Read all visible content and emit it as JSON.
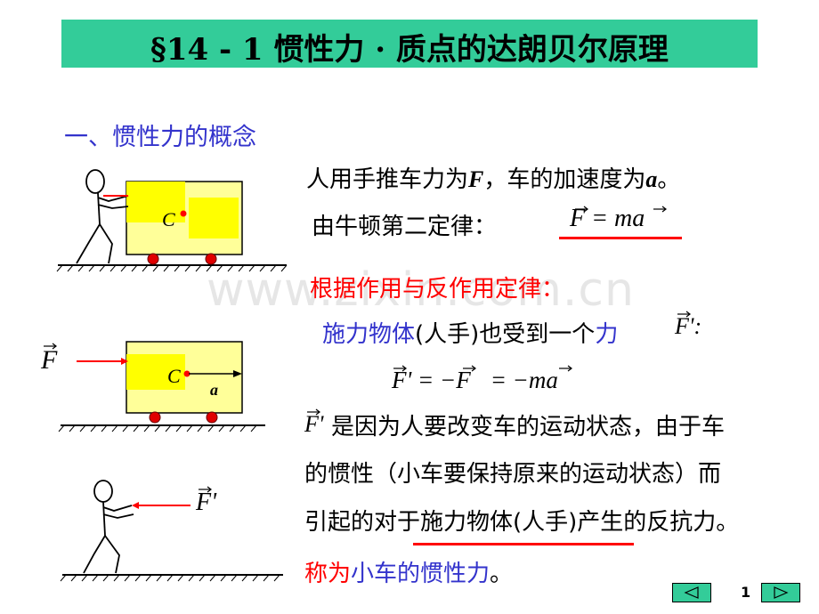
{
  "title": "§14 - 1    惯性力 · 质点的达朗贝尔原理",
  "watermark": "www.zixin.com.cn",
  "section_heading": "一、惯性力的概念",
  "line1": {
    "text": "人用手推车力为",
    "f": "F",
    "sep": "，车的加速度为",
    "a": "a",
    "end": "。"
  },
  "line2": {
    "text": "由牛顿第二定律：",
    "eq": "F = ma"
  },
  "law_heading": "根据作用与反作用定律：",
  "line4": {
    "a": "施力物体",
    "b": "(人手)也受到一个",
    "c": "力",
    "sym": "F':"
  },
  "eq2": {
    "lhs": "F' = −F",
    "rhs": "= −ma"
  },
  "para": {
    "l1_sym": "F'",
    "l1": "是因为人要改变车的运动状态，由于车",
    "l2": "的惯性（小车要保持原来的运动状态）而",
    "l3": "引起的对于施力物体(人手)产生的反抗力。",
    "l4a": "称为",
    "l4b": "小车的惯性力",
    "l4c": "。"
  },
  "figures": {
    "fig1_label_c": "C",
    "fig2_label_f": "F",
    "fig2_label_c": "C",
    "fig2_label_a": "a",
    "fig3_label_f": "F'"
  },
  "page_number": "1",
  "colors": {
    "title_bar": "#33cc99",
    "heading_blue": "#3333cc",
    "red": "#ff0000",
    "cart_yellow": "#ffff66"
  }
}
